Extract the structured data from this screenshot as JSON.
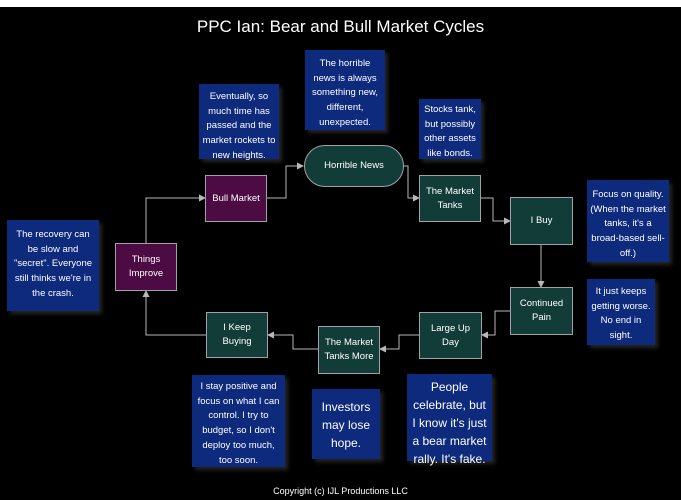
{
  "title": "PPC Ian: Bear and Bull Market Cycles",
  "footer": "Copyright (c) IJL Productions LLC",
  "nodes": {
    "horrible_news": "Horrible News",
    "market_tanks": "The Market\nTanks",
    "i_buy": "I Buy",
    "continued_pain": "Continued\nPain",
    "large_up_day": "Large Up\nDay",
    "market_tanks_more": "The Market\nTanks More",
    "i_keep_buying": "I Keep\nBuying",
    "things_improve": "Things\nImprove",
    "bull_market": "Bull Market"
  },
  "notes": {
    "horrible_news_note": "The horrible news is always something new, different, unexpected.",
    "bull_market_note": "Eventually, so much time has passed and the market rockets to new heights.",
    "stocks_tank_note": "Stocks tank, but possibly other assets like bonds.",
    "focus_quality_note": "Focus on quality. (When the market tanks, it's a broad-based sell-off.)",
    "worse_note": "It just keeps getting worse. No end in sight.",
    "recovery_note": "The recovery can be slow and \"secret\". Everyone still thinks we're in the crash.",
    "positive_note": "I stay positive and focus on what I can control. I try to budget, so I don't deploy too much,  too soon.",
    "lose_hope_note": "Investors may lose hope.",
    "people_celebrate_note": "People celebrate, but I know it's just a bear market rally. It's fake."
  },
  "colors": {
    "background": "#000000",
    "node_teal": "#123c38",
    "node_purple": "#4d0b44",
    "note_blue": "#0e2a7d",
    "edge": "#b8b8b8"
  }
}
